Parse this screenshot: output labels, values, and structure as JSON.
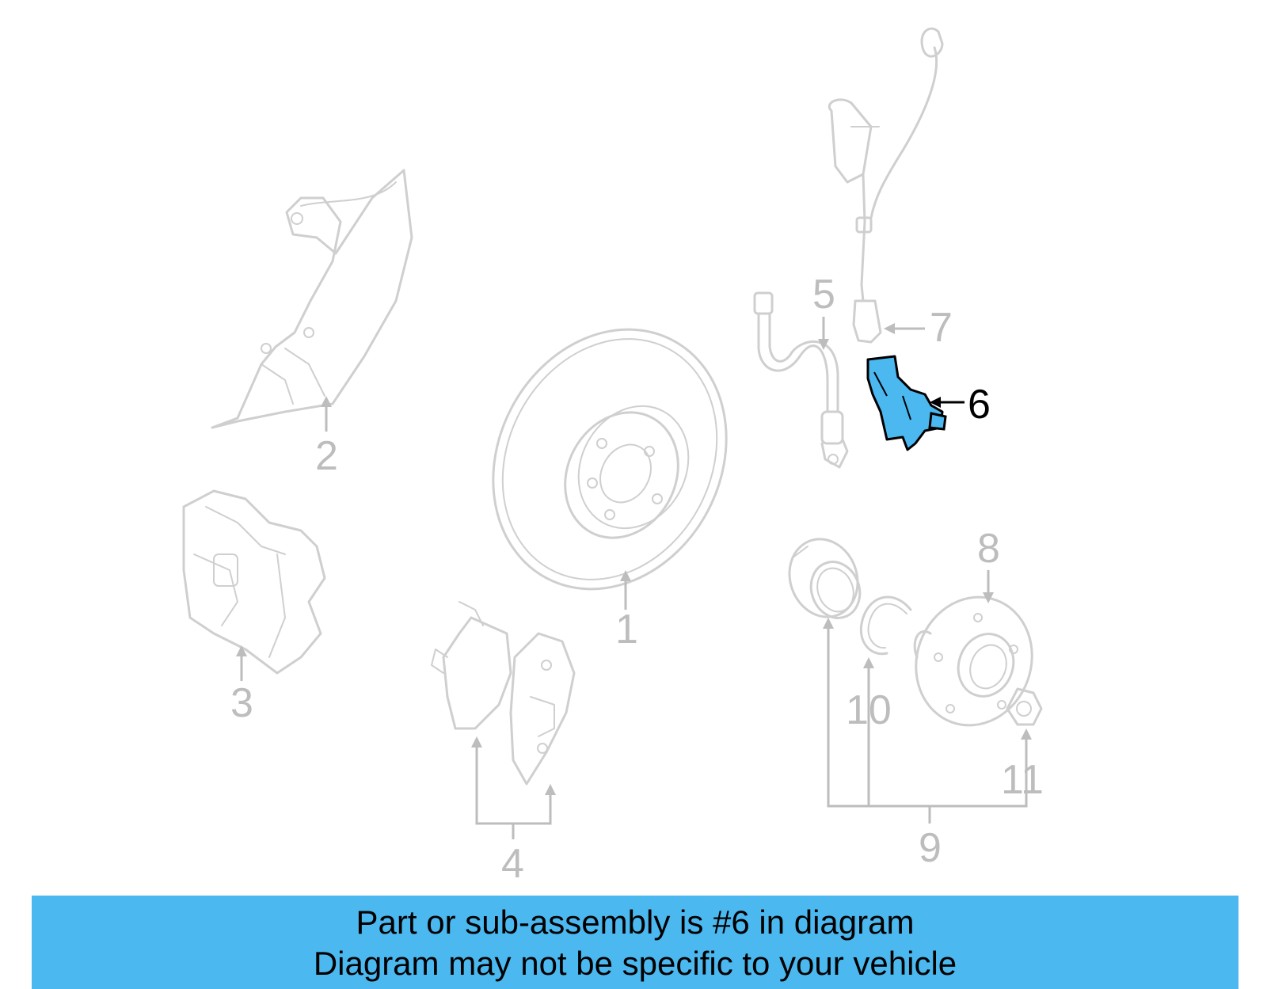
{
  "diagram": {
    "callouts": [
      "1",
      "2",
      "3",
      "4",
      "5",
      "6",
      "7",
      "8",
      "9",
      "10",
      "11"
    ],
    "highlighted_part": "6",
    "highlight_color": "#4bb8f0",
    "part_outline_color": "#cfcfcf"
  },
  "banner": {
    "line1": "Part or sub-assembly is #6 in diagram",
    "line2": "Diagram may not be specific to your vehicle",
    "background": "#4bb8f0"
  }
}
